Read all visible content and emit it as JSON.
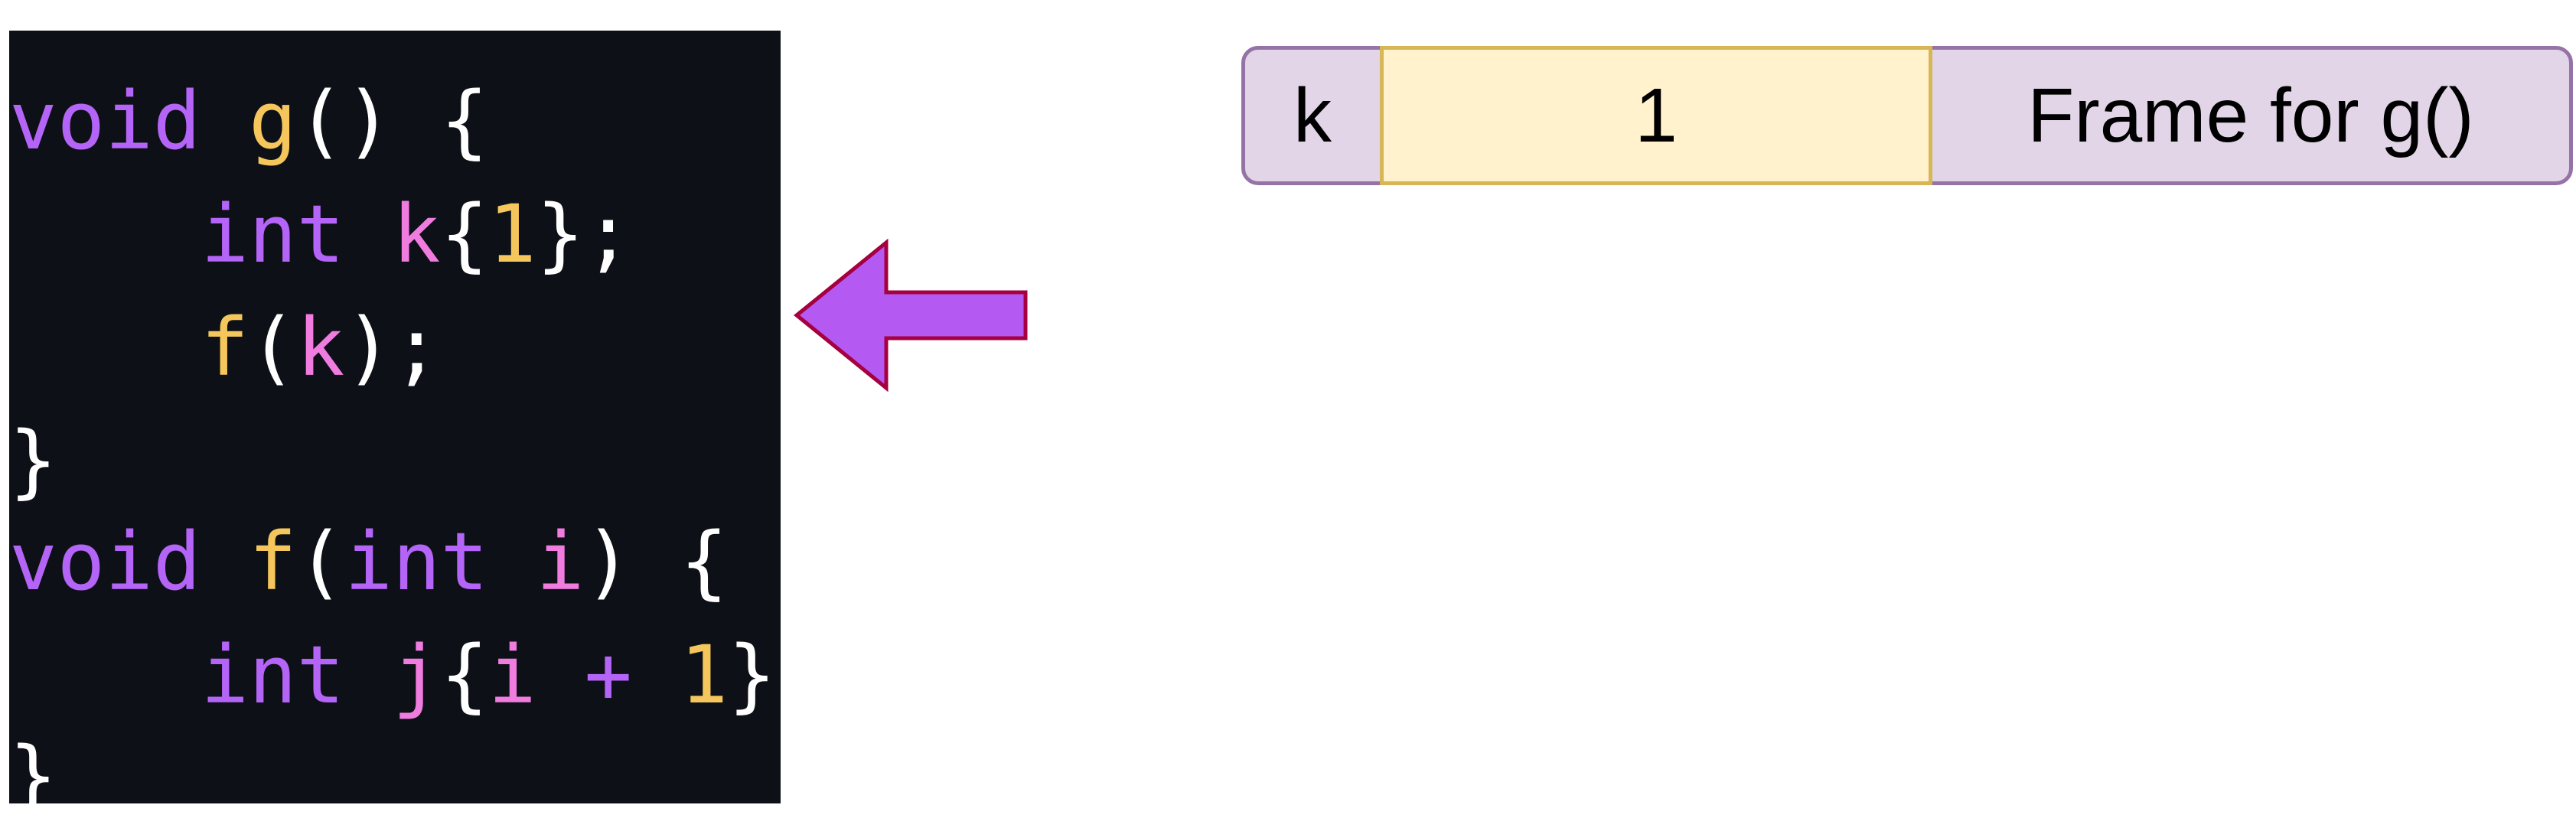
{
  "code": {
    "line1": {
      "kw": "void",
      "fn": "g",
      "rest": "() {"
    },
    "line2": {
      "indent": "    ",
      "kw": "int",
      "var": "k",
      "open": "{",
      "num": "1",
      "close": "};"
    },
    "line3": {
      "indent": "    ",
      "fn": "f",
      "open": "(",
      "var": "k",
      "close": ");"
    },
    "line4": {
      "text": "}"
    },
    "line5": {
      "kw": "void",
      "fn": "f",
      "open": "(",
      "kw2": "int",
      "var": "i",
      "close": ") {"
    },
    "line6": {
      "indent": "    ",
      "kw": "int",
      "var": "j",
      "open": "{",
      "var2": "i",
      "op": "+",
      "num": "1",
      "close": "};"
    },
    "line7": {
      "text": "}"
    }
  },
  "frame": {
    "name": "k",
    "value": "1",
    "label": "Frame for g()"
  },
  "colors": {
    "code_bg": "#0d1117",
    "keyword": "#b464f7",
    "function": "#f4c65c",
    "variable": "#f07ce0",
    "number": "#f4c65c",
    "arrow_fill": "#b45af2",
    "arrow_stroke": "#a50040",
    "frame_bg": "#e1d5e7",
    "frame_border": "#9673a6",
    "value_bg": "#fff2cc",
    "value_border": "#d6b656"
  }
}
